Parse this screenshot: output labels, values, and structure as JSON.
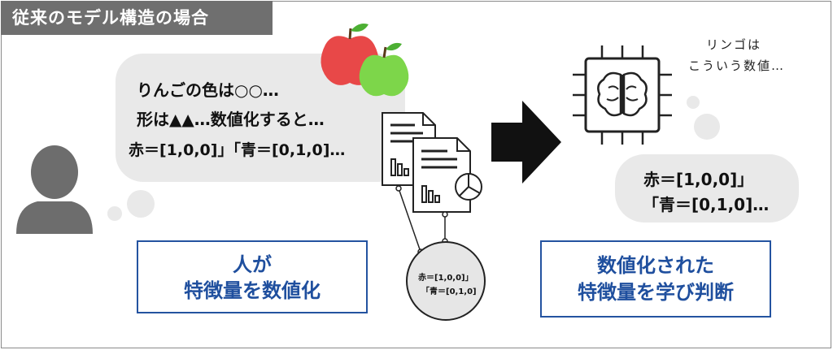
{
  "title": "従来のモデル構造の場合",
  "left_bubble": {
    "line1": "りんごの色は○○…",
    "line2": "形は▲▲…数値化すると…",
    "line3": "赤＝[1,0,0]」「青＝[0,1,0]…"
  },
  "left_box": {
    "line1": "人が",
    "line2": "特徴量を数値化"
  },
  "vector_circle": {
    "line1": "赤＝[1,0,0]」",
    "line2": "「青＝[0,1,0]"
  },
  "ai_thought": {
    "line1": "リンゴは",
    "line2": "こういう数値…"
  },
  "right_bubble": {
    "line1": "赤＝[1,0,0]」",
    "line2": "「青＝[0,1,0]…"
  },
  "right_box": {
    "line1": "数値化された",
    "line2": "特徴量を学び判断"
  },
  "colors": {
    "accent_blue": "#2453a0",
    "title_bg": "#6f6f6f",
    "bubble_bg": "#e9e9e9",
    "apple_red": "#e84848",
    "apple_green": "#7dd64a"
  }
}
